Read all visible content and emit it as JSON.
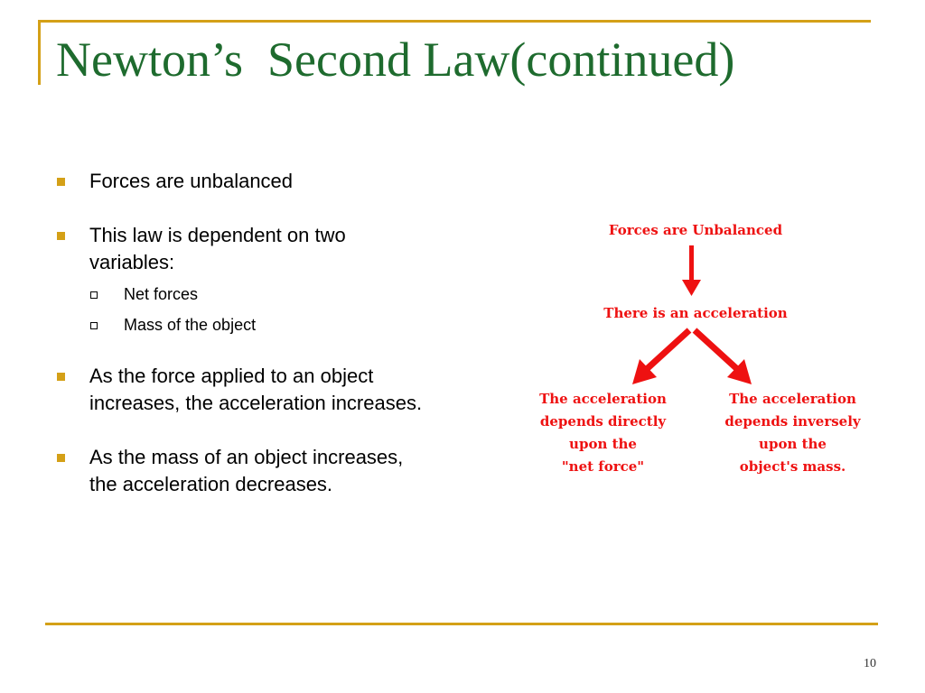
{
  "slide": {
    "title": "Newton’s  Second Law(continued)",
    "page_number": "10"
  },
  "bullets": [
    {
      "text": "Forces are unbalanced"
    },
    {
      "text": "This law is dependent on two variables:",
      "sub": [
        "Net forces",
        "Mass of the object"
      ]
    },
    {
      "text": "As the force applied to an object increases, the acceleration increases."
    },
    {
      "text": "As the mass of an object increases, the acceleration decreases."
    }
  ],
  "diagram": {
    "top": "Forces are Unbalanced",
    "middle": "There is an acceleration",
    "left": "The acceleration\ndepends directly\nupon the\n\"net force\"",
    "right": "The acceleration\ndepends inversely\nupon the\nobject's mass.",
    "color": "#ee1111"
  },
  "colors": {
    "accent": "#d4a017",
    "title": "#1e6b2e"
  }
}
